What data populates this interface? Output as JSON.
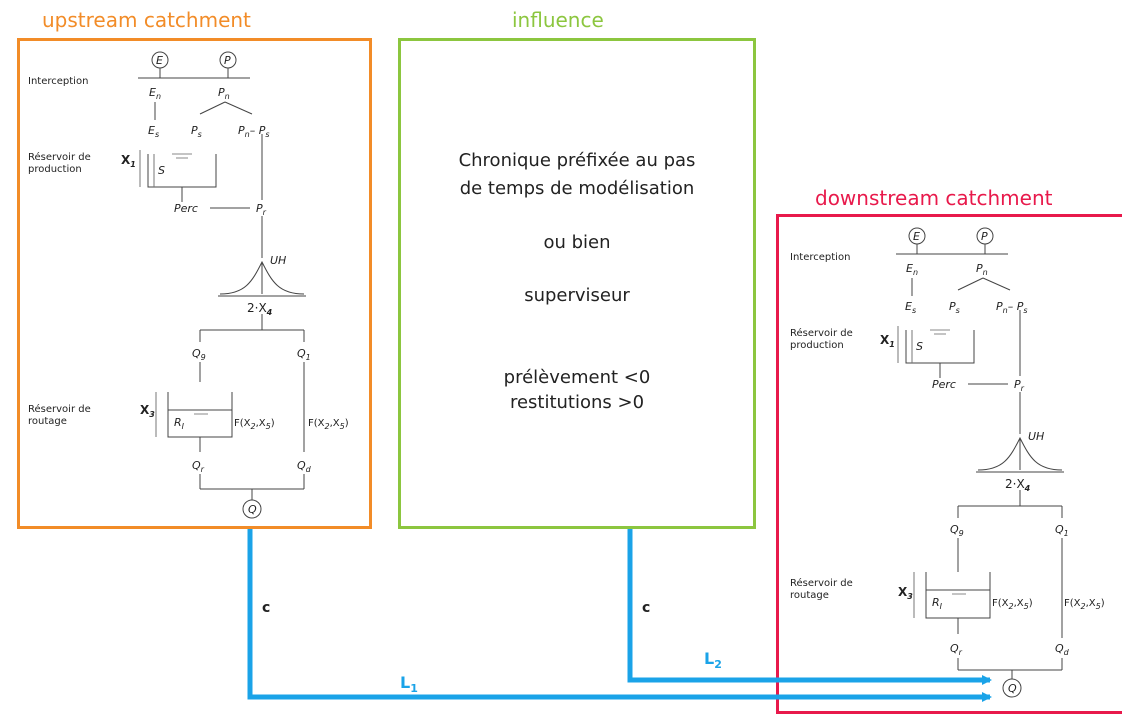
{
  "colors": {
    "upstream": "#f28c28",
    "influence": "#8cc63f",
    "downstream": "#e8194b",
    "link": "#1aa3e8"
  },
  "titles": {
    "upstream": "upstream catchment",
    "influence": "influence",
    "downstream": "downstream catchment"
  },
  "influence_text": {
    "line1": "Chronique préfixée au pas",
    "line2": "de temps de modélisation",
    "line3": "ou bien",
    "line4": "superviseur",
    "line5": "prélèvement <0",
    "line6": "restitutions >0"
  },
  "model": {
    "interception": "Interception",
    "prod_line1": "Réservoir de",
    "prod_line2": "production",
    "rout_line1": "Réservoir de",
    "rout_line2": "routage",
    "E": "E",
    "P": "P",
    "Q": "Q",
    "S": "S",
    "Perc": "Perc",
    "UH": "UH",
    "two_x4": "2·X",
    "x4_sub": "4",
    "x1": "X",
    "x1_sub": "1",
    "x3": "X",
    "x3_sub": "3",
    "R": "R",
    "R_sub": "I",
    "F": "F(X",
    "F_sub1": "2",
    "F_mid": ",X",
    "F_sub2": "5",
    "F_end": ")",
    "En": "E",
    "En_sub": "n",
    "Pn": "P",
    "Pn_sub": "n",
    "Es": "E",
    "Es_sub": "s",
    "Ps": "P",
    "Ps_sub": "s",
    "Pn_minus_Ps": "– P",
    "Pr": "P",
    "Pr_sub": "r",
    "Q9": "Q",
    "Q9_sub": "9",
    "Q1": "Q",
    "Q1_sub": "1",
    "Qr": "Q",
    "Qr_sub": "r",
    "Qd": "Q",
    "Qd_sub": "d"
  },
  "connectors": {
    "c1": "c",
    "c2": "c",
    "L1": "L",
    "L1_sub": "1",
    "L2": "L",
    "L2_sub": "2"
  }
}
